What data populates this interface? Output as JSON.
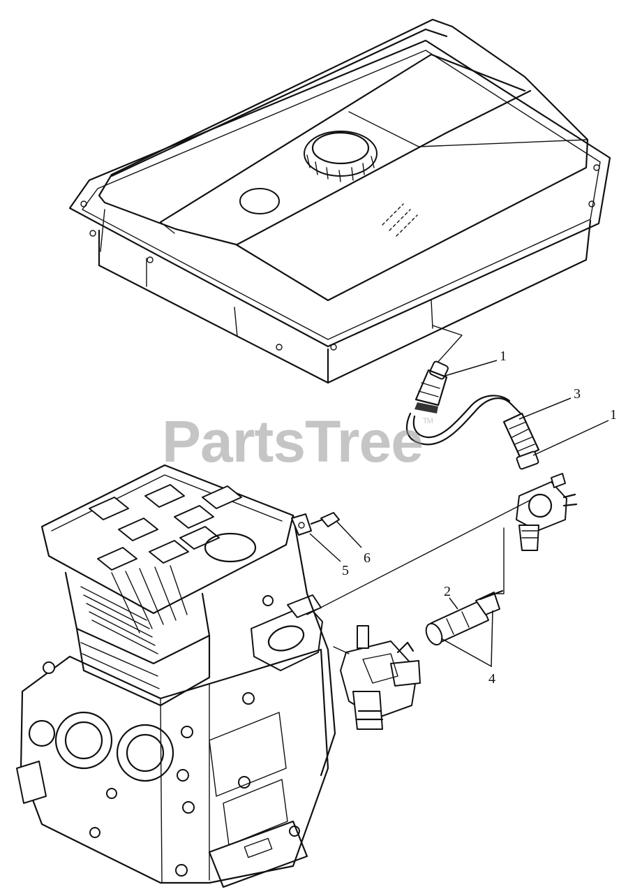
{
  "watermark": {
    "text": "PartsTree",
    "trademark": "TM"
  },
  "callouts": {
    "fuel_joint_upper": "1",
    "fuel_joint_right": "1",
    "fuel_hose_lower": "2",
    "fuel_hose_upper": "3",
    "hose_clamps": "4",
    "bracket": "5",
    "bolt": "6"
  }
}
